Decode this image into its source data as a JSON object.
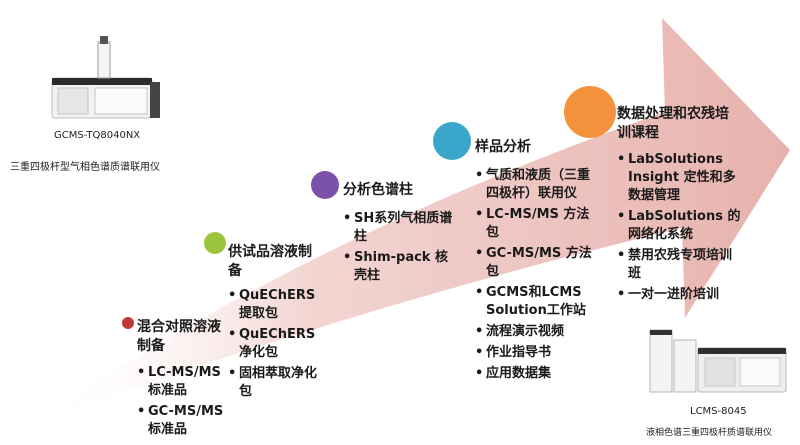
{
  "instruments": {
    "gcms": {
      "model": "GCMS-TQ8040NX",
      "caption": "三重四极杆型气相色谱质谱联用仪"
    },
    "lcms": {
      "model": "LCMS-8045",
      "caption": "液相色谱三重四极杆质谱联用仪"
    }
  },
  "stages": [
    {
      "title": "混合对照溶液制备",
      "color": "#c0393b",
      "items": [
        "LC-MS/MS标准品",
        "GC-MS/MS标准品"
      ]
    },
    {
      "title": "供试品溶液制备",
      "color": "#9bc53d",
      "items": [
        "QuEChERS提取包",
        "QuEChERS净化包",
        "固相萃取净化包"
      ]
    },
    {
      "title": "分析色谱柱",
      "color": "#7b52a8",
      "items": [
        "SH系列气相质谱柱",
        "Shim-pack 核壳柱"
      ]
    },
    {
      "title": "样品分析",
      "color": "#3aa6c9",
      "items": [
        "气质和液质（三重四极杆）联用仪",
        "LC-MS/MS 方法包",
        "GC-MS/MS 方法包",
        "GCMS和LCMS Solution工作站",
        "流程演示视频",
        "作业指导书",
        "应用数据集"
      ]
    },
    {
      "title": "数据处理和农残培训课程",
      "color": "#f5923e",
      "items": [
        "LabSolutions Insight 定性和多数据管理",
        "LabSolutions 的网络化系统",
        "禁用农残专项培训班",
        "一对一进阶培训"
      ]
    }
  ]
}
